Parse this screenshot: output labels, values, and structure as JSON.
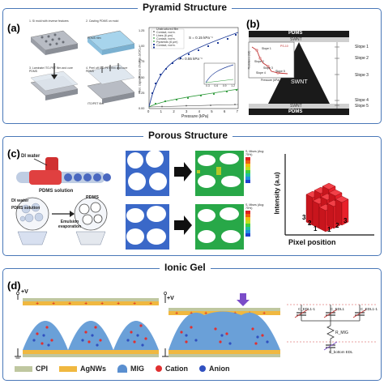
{
  "sections": {
    "pyramid": {
      "title": "Pyramid Structure"
    },
    "porous": {
      "title": "Porous Structure"
    },
    "ionic": {
      "title": "Ionic Gel"
    }
  },
  "panels": {
    "a": "(a)",
    "b": "(b)",
    "c": "(c)",
    "d": "(d)"
  },
  "panel_a": {
    "steps": [
      "1. Si mold with inverse features",
      "2. Casting PDMS on mold",
      "3. Laminate ITO-PET film and cure PDMS",
      "4. Peel off ITO-PET film and cure PDMS"
    ],
    "step_labels": [
      "PDMS film",
      "ITO/PET film"
    ],
    "graph": {
      "xlabel": "Pressure (kPa)",
      "ylabel": "Rel. capacitance change ΔC/C₀",
      "x_ticks": [
        "0",
        "1",
        "2",
        "3",
        "4",
        "5",
        "6",
        "7"
      ],
      "y_ticks": [
        "0.00",
        "0.25",
        "0.50",
        "0.75",
        "1.00",
        "1.25"
      ],
      "legend": [
        "Unstructured film",
        "Contact, norm.",
        "Lines (6 μm)",
        "Contact, norm.",
        "Pyramids (6 μm)",
        "Contact, norm."
      ],
      "annotations": [
        "S = 0.15 kPa⁻¹",
        "S = 0.55 kPa⁻¹"
      ],
      "inset_x_ticks": [
        "0.3",
        "0.6",
        "0.9",
        "1.2"
      ]
    }
  },
  "panel_b": {
    "top_labels": [
      "PDMS",
      "SWNT"
    ],
    "bottom_labels": [
      "SWNT",
      "PDMS"
    ],
    "center": "SWNT",
    "slopes": [
      "Slope 1",
      "Slope 2",
      "Slope 3",
      "Slope 4",
      "Slope 5"
    ],
    "graph_slopes": [
      "Slope 1",
      "Slope 2",
      "Slope 3",
      "Slope 4",
      "Slope 5"
    ],
    "graph_legend": "PS-10",
    "graph_xlabel": "Pressure (kPa)",
    "graph_ylabel": "Resistance (kΩ)"
  },
  "panel_c": {
    "labels": [
      "DI water",
      "PDMS solution",
      "DI water",
      "PDMS solution",
      "PDMS",
      "Emulsion evaporation"
    ],
    "stress_title": "S, Mises (Avg: 75%)",
    "ylabel": "Intensity (a.u)",
    "xlabel": "Pixel position",
    "axis_nums": [
      "3",
      "2",
      "1",
      "1",
      "2",
      "3"
    ]
  },
  "panel_d": {
    "voltage_labels": [
      "+V",
      "+V"
    ],
    "cdl_labels": [
      "C_EDL1-1",
      "C_EDL1",
      "C_EDL1-1",
      "R_MIG",
      "C_bottom EDL"
    ],
    "legend": [
      {
        "label": "CPI",
        "color": "#bfc7a0"
      },
      {
        "label": "AgNWs",
        "color": "#e8b84a"
      },
      {
        "label": "MIG",
        "color": "#5a8fd0"
      },
      {
        "label": "Cation",
        "color": "#e03030"
      },
      {
        "label": "Anion",
        "color": "#3050c0"
      }
    ]
  },
  "colors": {
    "frame": "#4a78b8",
    "swnt": "#1a1a1a",
    "red_bar": "#e8202a",
    "gold": "#f0b840",
    "dome": "#6aa0d8"
  }
}
